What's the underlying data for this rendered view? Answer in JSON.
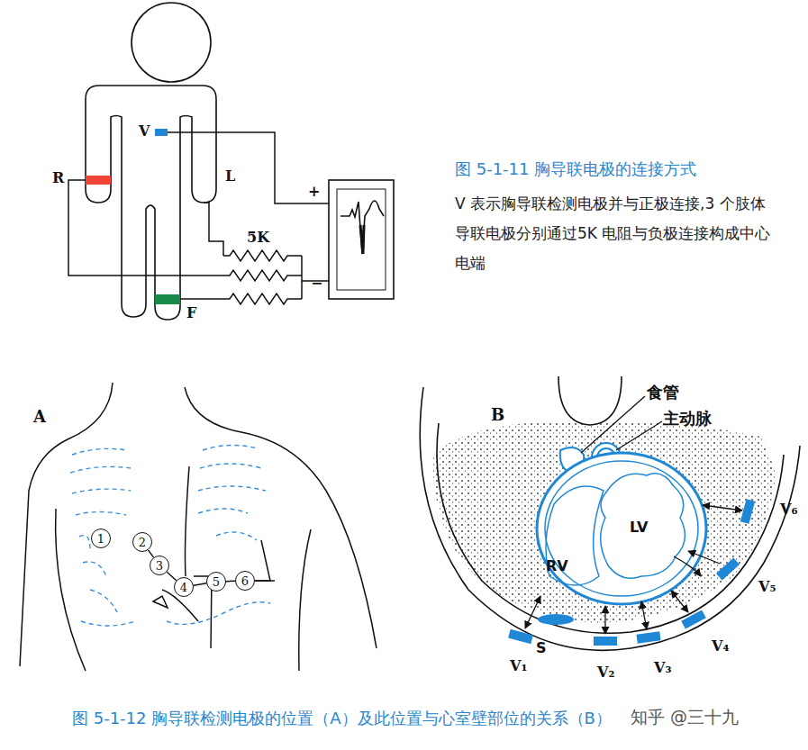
{
  "diagram": {
    "caption": "图 5-1-12 胸导联检测电极的位置（A）及此位置与心室壁部位的关系（B）",
    "nodes": [
      {
        "text": [
          "1"
        ]
      },
      {
        "text": [
          "2"
        ]
      },
      {
        "text": [
          "3"
        ]
      },
      {
        "text": [
          "4"
        ]
      },
      {
        "text": [
          "5"
        ]
      },
      {
        "text": [
          "6"
        ]
      }
    ],
    "edges": [
      {
        "from": 1,
        "to": 2,
        "arrow": "none"
      },
      {
        "from": 2,
        "to": 3,
        "arrow": "none"
      },
      {
        "from": 3,
        "to": 4,
        "arrow": "none"
      },
      {
        "from": 4,
        "to": 5,
        "arrow": "none"
      }
    ],
    "labels": [
      "V",
      "R",
      "L",
      "F",
      "5K",
      "+",
      "−",
      "图 5-1-11 胸导联电极的连接方式",
      "V 表示胸导联检测电极并与正极连接,3 个肢体导联电极分别通过5K 电阻与负极连接构成中心电端",
      "A",
      "B",
      "食管",
      "主动脉",
      "RV",
      "LV",
      "S",
      "V₁",
      "V₂",
      "V₃",
      "V₄",
      "V₅",
      "V₆",
      "知乎 @三十九"
    ]
  }
}
